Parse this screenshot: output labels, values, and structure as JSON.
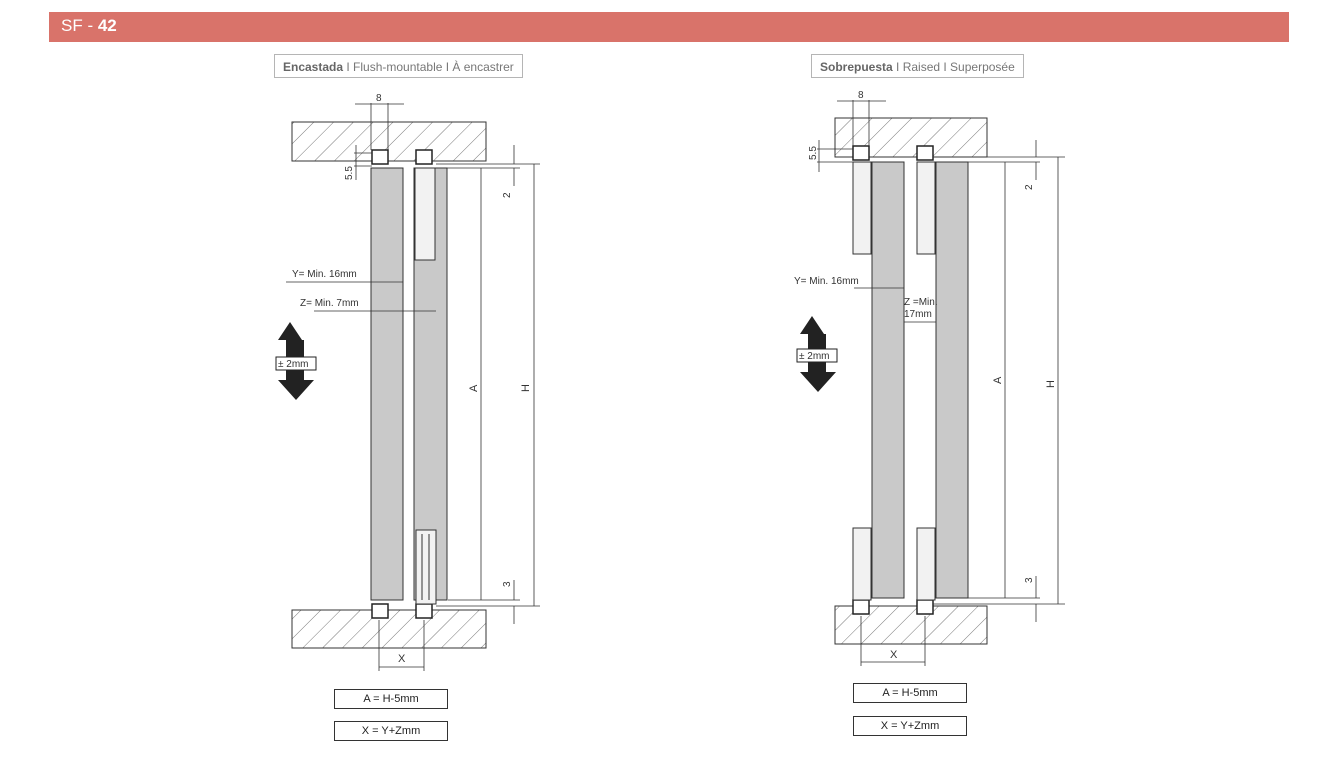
{
  "header": {
    "code_prefix": "SF - ",
    "code_number": "42",
    "color": "#d9736a"
  },
  "left_panel": {
    "title_strong": "Encastada",
    "title_rest": " I Flush-mountable I À encastrer",
    "dims": {
      "top_width": "8",
      "top_height": "5.5",
      "gap_top": "2",
      "gap_bottom": "3",
      "A": "A",
      "H": "H",
      "X": "X",
      "Y": "Y= Min. 16mm",
      "Z": "Z= Min. 7mm",
      "adjust": "± 2mm"
    },
    "formulas": [
      "A = H-5mm",
      "X = Y+Zmm"
    ]
  },
  "right_panel": {
    "title_strong": "Sobrepuesta",
    "title_rest": " I Raised I Superposée",
    "dims": {
      "top_width": "8",
      "top_height": "5.5",
      "gap_top": "2",
      "gap_bottom": "3",
      "A": "A",
      "H": "H",
      "X": "X",
      "Y": "Y= Min. 16mm",
      "Z_line1": "Z =Min.",
      "Z_line2": "17mm",
      "adjust": "± 2mm"
    },
    "formulas": [
      "A = H-5mm",
      "X = Y+Zmm"
    ]
  }
}
